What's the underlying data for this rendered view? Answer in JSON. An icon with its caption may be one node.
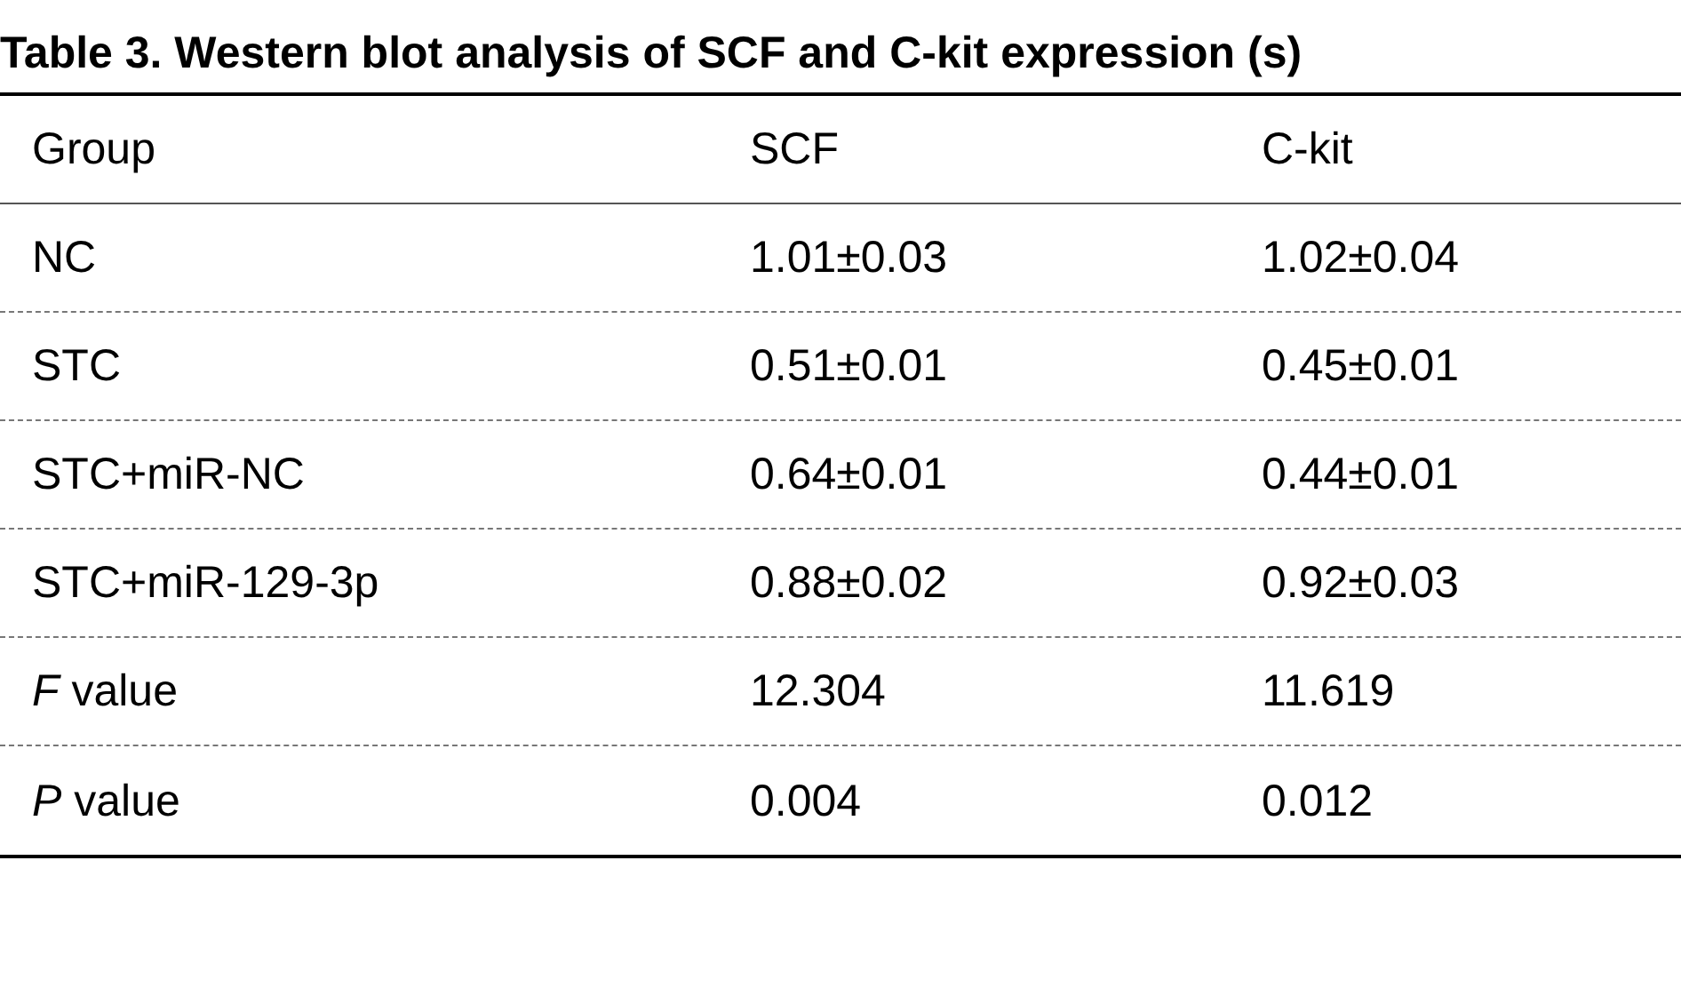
{
  "diagram": {
    "title": "Table 3. Western blot analysis of SCF and C-kit expression (s)",
    "labels": [
      "Group",
      "SCF",
      "C-kit",
      "NC",
      "1.01±0.03",
      "1.02±0.04",
      "STC",
      "0.51±0.01",
      "0.45±0.01",
      "STC+miR-NC",
      "0.64±0.01",
      "0.44±0.01",
      "STC+miR-129-3p",
      "0.88±0.02",
      "0.92±0.03",
      "*F* value",
      "12.304",
      "11.619",
      "*P* value",
      "0.004",
      "0.012"
    ]
  }
}
